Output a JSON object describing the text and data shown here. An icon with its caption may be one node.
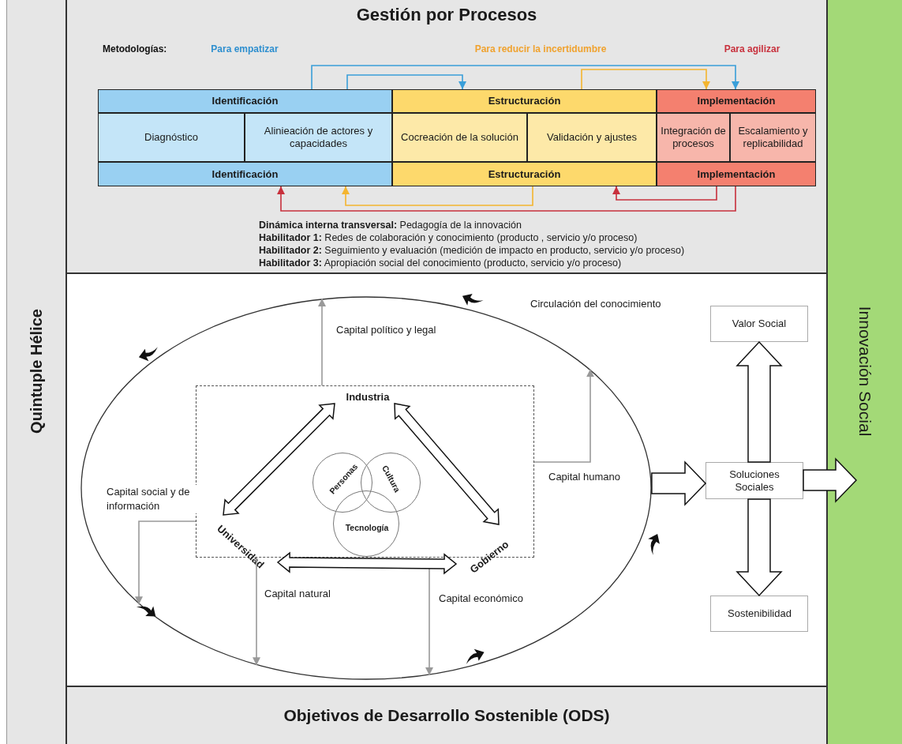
{
  "diagram": {
    "nodes": [
      {
        "text": [
          "Quintuple Hélice"
        ]
      },
      {
        "text": [
          "Gestión por Procesos"
        ]
      },
      {
        "text": [
          "Innovación Social"
        ]
      },
      {
        "text": [
          "Objetivos de Desarrollo Sostenible (ODS)"
        ]
      },
      {
        "text": [
          "Identificación"
        ],
        "in": 1
      },
      {
        "text": [
          "Estructuración"
        ],
        "in": 1
      },
      {
        "text": [
          "Implementación"
        ],
        "in": 1
      },
      {
        "text": [
          "Diagnóstico"
        ],
        "in": 1
      },
      {
        "text": [
          "Alinieación de actores y capacidades"
        ],
        "in": 1
      },
      {
        "text": [
          "Cocreación de la solución"
        ],
        "in": 1
      },
      {
        "text": [
          "Validación y ajustes"
        ],
        "in": 1
      },
      {
        "text": [
          "Integración de procesos"
        ],
        "in": 1
      },
      {
        "text": [
          "Escalamiento y replicabilidad"
        ],
        "in": 1
      },
      {
        "text": [
          "Identificación"
        ],
        "in": 1
      },
      {
        "text": [
          "Estructuración"
        ],
        "in": 1
      },
      {
        "text": [
          "Implementación"
        ],
        "in": 1
      },
      {
        "text": [],
        "shape": "ellipse"
      },
      {
        "text": [],
        "shape": "box",
        "in": 16
      },
      {
        "text": [
          "Industria"
        ],
        "in": 17
      },
      {
        "text": [
          "Universidad"
        ],
        "in": 17
      },
      {
        "text": [
          "Gobierno"
        ],
        "in": 17
      },
      {
        "text": [
          "Personas"
        ],
        "in": 17
      },
      {
        "text": [
          "Cultura"
        ],
        "in": 17
      },
      {
        "text": [
          "Tecnología"
        ],
        "in": 17
      },
      {
        "text": [
          "Soluciones Sociales"
        ]
      },
      {
        "text": [
          "Valor Social"
        ]
      },
      {
        "text": [
          "Sostenibilidad"
        ]
      }
    ],
    "edges": [
      {
        "from": 4,
        "to": 6,
        "arrow": "to",
        "color": "#3a9fd9"
      },
      {
        "from": 4,
        "to": 5,
        "arrow": "to",
        "color": "#3a9fd9"
      },
      {
        "from": 5,
        "to": 6,
        "arrow": "to",
        "color": "#f4b52f"
      },
      {
        "from": 14,
        "to": 13,
        "arrow": "to",
        "color": "#f4b52f"
      },
      {
        "from": 15,
        "to": 14,
        "arrow": "to",
        "color": "#c8303c"
      },
      {
        "from": 15,
        "to": 13,
        "arrow": "to",
        "color": "#c8303c"
      },
      {
        "from": 17,
        "to": 16,
        "arrow": "to",
        "label": "Capital político y legal",
        "color": "#999999"
      },
      {
        "from": 17,
        "to": 16,
        "arrow": "to",
        "label": "Capital humano",
        "color": "#999999"
      },
      {
        "from": 17,
        "to": 16,
        "arrow": "to",
        "label": "Capital social y de información",
        "color": "#999999"
      },
      {
        "from": 17,
        "to": 16,
        "arrow": "to",
        "label": "Capital natural",
        "color": "#999999"
      },
      {
        "from": 17,
        "to": 16,
        "arrow": "to",
        "label": "Capital económico",
        "color": "#999999"
      },
      {
        "from": 18,
        "to": 19,
        "arrow": "both",
        "style": "thick"
      },
      {
        "from": 18,
        "to": 20,
        "arrow": "both",
        "style": "thick"
      },
      {
        "from": 19,
        "to": 20,
        "arrow": "both",
        "style": "thick"
      },
      {
        "from": 16,
        "to": 24,
        "arrow": "to",
        "style": "thick"
      },
      {
        "from": 24,
        "to": 25,
        "arrow": "to",
        "style": "thick"
      },
      {
        "from": 24,
        "to": 26,
        "arrow": "to",
        "style": "thick"
      },
      {
        "from": 24,
        "to": 2,
        "arrow": "to",
        "style": "thick"
      }
    ],
    "labels": [
      "Metodologías:",
      "Para empatizar",
      "Para reducir la incertidumbre",
      "Para agilizar",
      "**Dinámica interna transversal:** Pedagogía de la innovación",
      "**Habilitador 1:** Redes de colaboración y conocimiento (producto , servicio y/o  proceso)",
      "**Habilitador 2:** Seguimiento y evaluación (medición de impacto en producto, servicio y/o proceso)",
      "**Habilitador 3:** Apropiación social del conocimiento (producto, servicio y/o proceso)",
      "Circulación del conocimiento"
    ]
  }
}
